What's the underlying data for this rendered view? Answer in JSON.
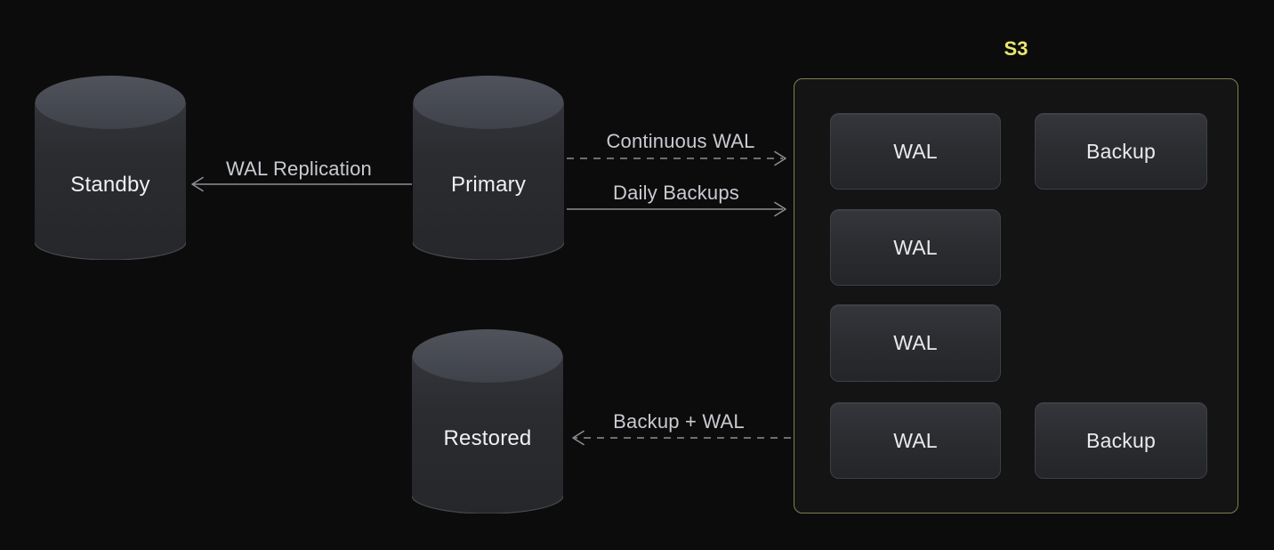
{
  "diagram": {
    "description": "PostgreSQL WAL replication and backup flow to S3",
    "colors": {
      "background": "#0c0c0d",
      "s3_title": "#e8e76e",
      "s3_border": "#827f4e",
      "s3_fill": "#141415",
      "arrow": "#8d8e92",
      "edge_label_text": "#c9cbd0",
      "node_label_text": "#eef0f2",
      "item_fill_top": "#34363b",
      "item_fill_bottom": "#232529",
      "cylinder_top": "#4d5058",
      "cylinder_body": "#2b2d31"
    }
  },
  "nodes": {
    "standby": {
      "label": "Standby",
      "shape": "database-cylinder"
    },
    "primary": {
      "label": "Primary",
      "shape": "database-cylinder"
    },
    "restored": {
      "label": "Restored",
      "shape": "database-cylinder"
    }
  },
  "s3": {
    "title": "S3",
    "items": [
      {
        "label": "WAL",
        "row": 1,
        "col": 1
      },
      {
        "label": "Backup",
        "row": 1,
        "col": 2
      },
      {
        "label": "WAL",
        "row": 2,
        "col": 1
      },
      {
        "label": "WAL",
        "row": 3,
        "col": 1
      },
      {
        "label": "WAL",
        "row": 4,
        "col": 1
      },
      {
        "label": "Backup",
        "row": 4,
        "col": 2
      }
    ]
  },
  "arrows": {
    "wal_replication": {
      "label": "WAL Replication",
      "style": "solid",
      "from": "primary",
      "to": "standby"
    },
    "continuous_wal": {
      "label": "Continuous WAL",
      "style": "dashed",
      "from": "primary",
      "to": "s3"
    },
    "daily_backups": {
      "label": "Daily Backups",
      "style": "solid",
      "from": "primary",
      "to": "s3"
    },
    "backup_wal": {
      "label": "Backup + WAL",
      "style": "dashed",
      "from": "s3",
      "to": "restored"
    }
  }
}
